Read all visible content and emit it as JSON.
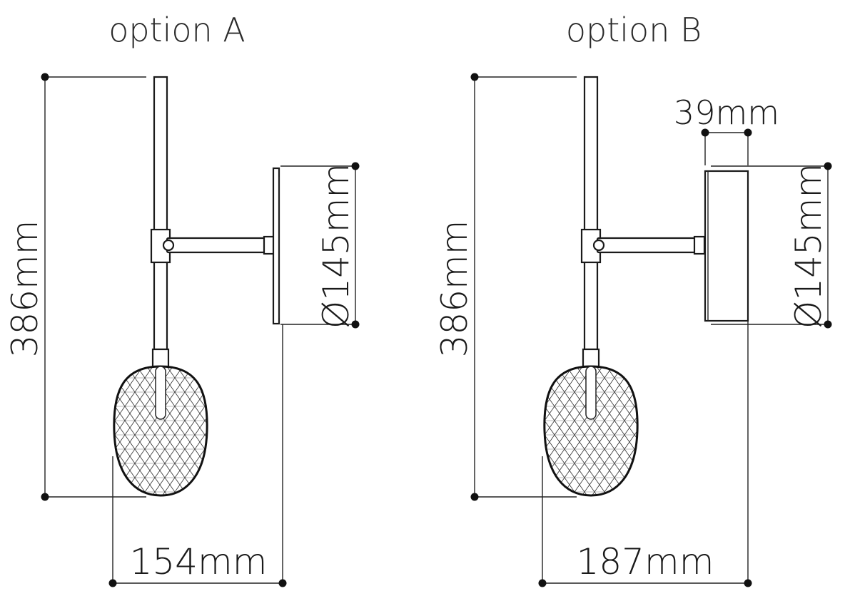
{
  "options": [
    {
      "title": "option A",
      "height_label": "386mm",
      "diameter_label": "Ø145mm",
      "width_label": "154mm"
    },
    {
      "title": "option B",
      "height_label": "386mm",
      "diameter_label": "Ø145mm",
      "width_label": "187mm",
      "depth_label": "39mm"
    }
  ],
  "colors": {
    "line": "#1a1a1a",
    "background": "#ffffff"
  }
}
